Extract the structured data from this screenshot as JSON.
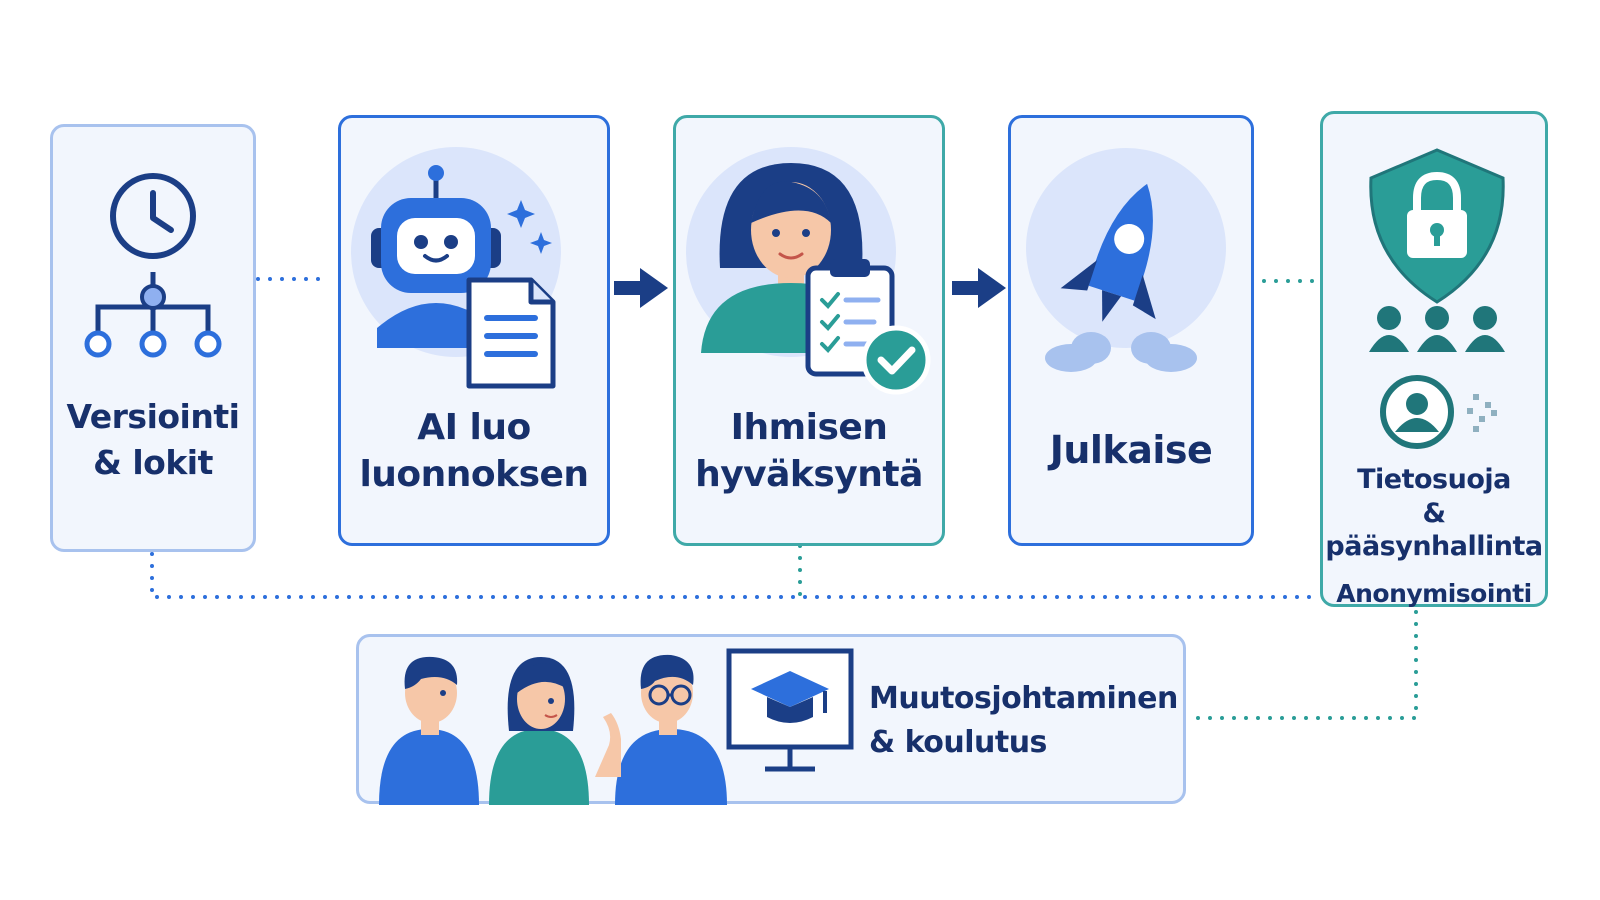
{
  "steps": {
    "versioning": {
      "line1": "Versiointi",
      "line2": "& lokit",
      "icon": "clock-tree-icon"
    },
    "ai_draft": {
      "line1": "AI luo",
      "line2": "luonnoksen",
      "icon": "robot-document-icon"
    },
    "human_approval": {
      "line1": "Ihmisen",
      "line2": "hyväksyntä",
      "icon": "person-clipboard-check-icon"
    },
    "publish": {
      "line1": "Julkaise",
      "icon": "rocket-icon"
    },
    "privacy": {
      "line1": "Tietosuoja",
      "line2": "& pääsynhallinta",
      "line3": "Anonymisointi",
      "icon": "shield-lock-icon"
    }
  },
  "training": {
    "line1": "Muutosjohtaminen",
    "line2": "& koulutus",
    "icon": "graduation-cap-screen-icon"
  },
  "colors": {
    "navy": "#17306b",
    "blue": "#2d6fdc",
    "light_blue": "#a8c2ee",
    "teal": "#2a9d97",
    "card_bg": "#f2f6fd"
  }
}
